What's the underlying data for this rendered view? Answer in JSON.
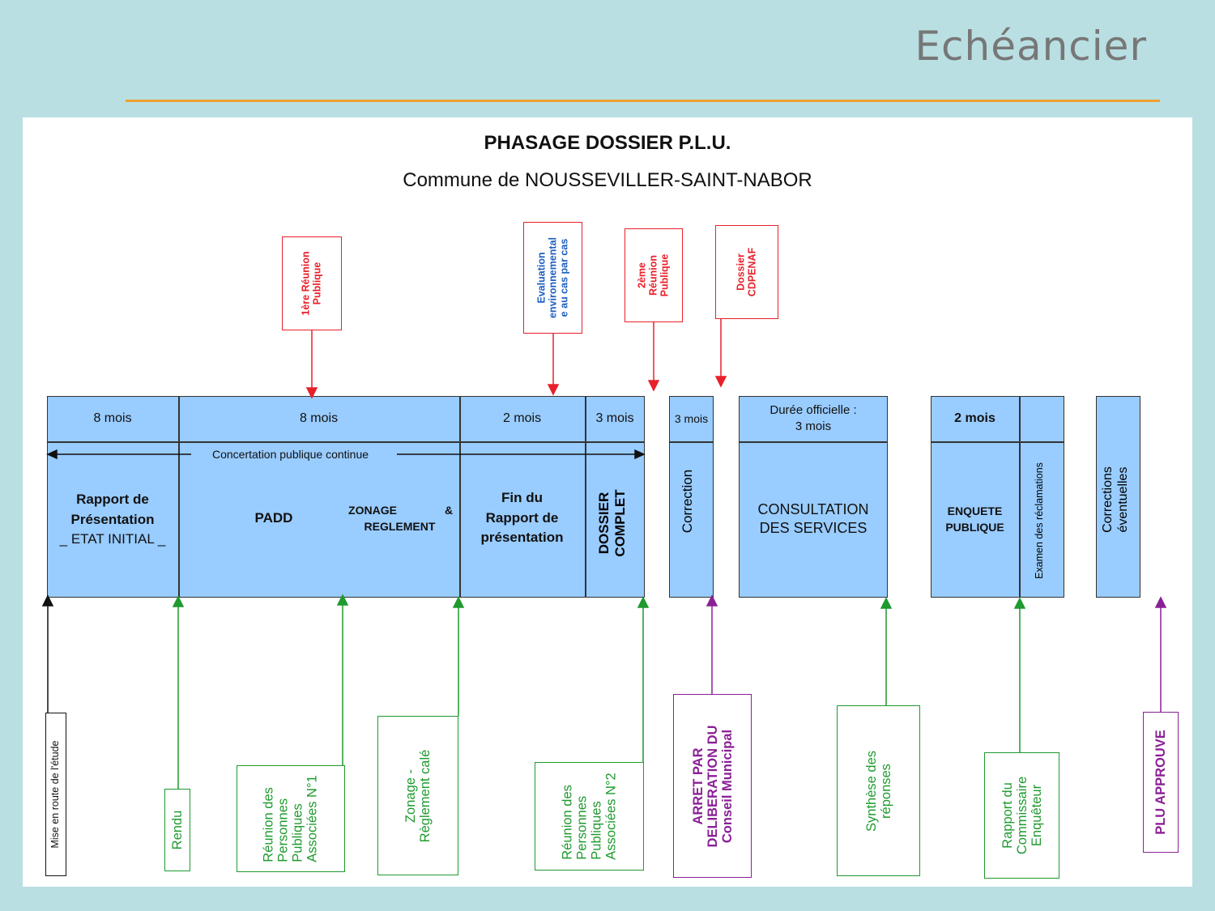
{
  "slide": {
    "title": "Echéancier"
  },
  "document": {
    "title": "PHASAGE DOSSIER P.L.U.",
    "subtitle": "Commune de NOUSSEVILLER-SAINT-NABOR"
  },
  "concertation": "Concertation publique continue",
  "phases": {
    "rapport": {
      "duration": "8  mois",
      "label_line1": "Rapport de",
      "label_line2": "Présentation",
      "label_line3": "_ ETAT INITIAL _"
    },
    "padd": {
      "duration": "8 mois",
      "label": "PADD",
      "zonage_line1": "ZONAGE",
      "zonage_amp": "&",
      "zonage_line2": "REGLEMENT"
    },
    "fin": {
      "duration": "2 mois",
      "label_line1": "Fin du",
      "label_line2": "Rapport de",
      "label_line3": "présentation"
    },
    "dossier": {
      "duration": "3 mois",
      "label_line1": "DOSSIER",
      "label_line2": "COMPLET"
    },
    "correction": {
      "duration": "3 mois",
      "label": "Correction"
    },
    "consultation": {
      "duration_line1": "Durée officielle :",
      "duration_line2": "3 mois",
      "label_line1": "CONSULTATION",
      "label_line2": "DES SERVICES"
    },
    "enquete": {
      "duration": "2  mois",
      "label_line1": "ENQUETE",
      "label_line2": "PUBLIQUE",
      "exam": "Examen des réclamations"
    },
    "corrections": {
      "label_line1": "Corrections",
      "label_line2": "éventuelles"
    }
  },
  "top_events": {
    "reunion1": {
      "line1": "1ère Réunion",
      "line2": "Publique"
    },
    "evaluation": {
      "line1": "Evaluation",
      "line2": "environnemental",
      "line3": "e au cas par cas"
    },
    "reunion2": {
      "line1": "2ème",
      "line2": "Réunion",
      "line3": "Publique"
    },
    "cdpenaf": {
      "line1": "Dossier",
      "line2": "CDPENAF"
    }
  },
  "bottom_events": {
    "mise": {
      "text": "Mise en route de l'étude"
    },
    "rendu": {
      "text": "Rendu"
    },
    "rpa1": {
      "line1": "Réunion des",
      "line2": "Personnes",
      "line3": "Publiques",
      "line4": "Associées N°1"
    },
    "zonage": {
      "line1": "Zonage -",
      "line2": "Règlement calé"
    },
    "rpa2": {
      "line1": "Réunion des",
      "line2": "Personnes",
      "line3": "Publiques",
      "line4": "Associées N°2"
    },
    "arret": {
      "line1": "ARRET PAR",
      "line2": "DELIBERATION DU",
      "line3": "Conseil Municipal"
    },
    "synthese": {
      "line1": "Synthèse des",
      "line2": "réponses"
    },
    "rapport_ce": {
      "line1": "Rapport du",
      "line2": "Commissaire",
      "line3": "Enquêteur"
    },
    "plu": {
      "text": "PLU APPROUVE"
    }
  },
  "colors": {
    "red": "#e8202a",
    "blue": "#1f5fbf",
    "green": "#1e9a2e",
    "purple": "#8a2096",
    "black": "#111111",
    "phase_fill": "#99ccff",
    "accent": "#f0a030"
  }
}
